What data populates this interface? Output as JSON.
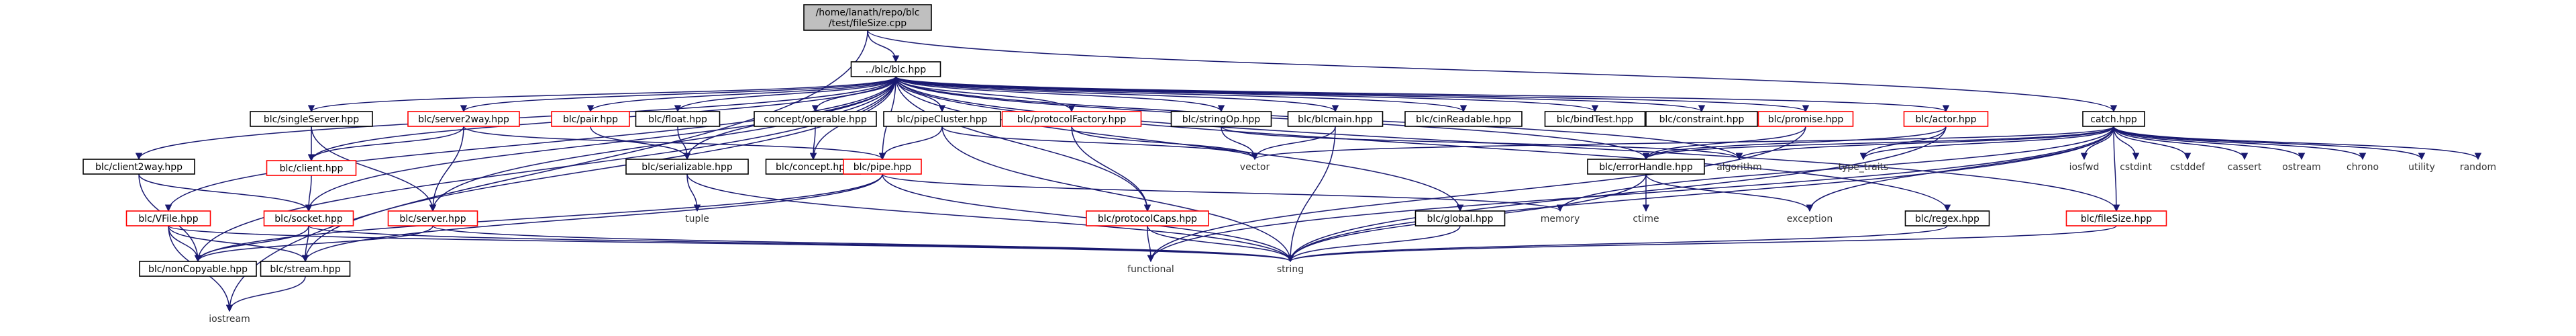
{
  "colors": {
    "edge": "#191970",
    "box_border_normal": "#000000",
    "box_border_red": "#ff0000",
    "box_fill_root": "#bfbfbf",
    "text_normal": "#000000",
    "text_plain": "#333333"
  },
  "nodes": [
    {
      "id": "root",
      "label": "/home/lanath/repo/blc\n/test/fileSize.cpp",
      "style": "root"
    },
    {
      "id": "blc",
      "label": "../blc/blc.hpp",
      "style": "normal"
    },
    {
      "id": "singleServer",
      "label": "blc/singleServer.hpp",
      "style": "normal"
    },
    {
      "id": "server2way",
      "label": "blc/server2way.hpp",
      "style": "red"
    },
    {
      "id": "pair",
      "label": "blc/pair.hpp",
      "style": "red"
    },
    {
      "id": "float",
      "label": "blc/float.hpp",
      "style": "normal"
    },
    {
      "id": "conceptOp",
      "label": "concept/operable.hpp",
      "style": "normal"
    },
    {
      "id": "pipeCluster",
      "label": "blc/pipeCluster.hpp",
      "style": "normal"
    },
    {
      "id": "protocolFactory",
      "label": "blc/protocolFactory.hpp",
      "style": "red"
    },
    {
      "id": "stringOp",
      "label": "blc/stringOp.hpp",
      "style": "normal"
    },
    {
      "id": "blcmain",
      "label": "blc/blcmain.hpp",
      "style": "normal"
    },
    {
      "id": "cinReadable",
      "label": "blc/cinReadable.hpp",
      "style": "normal"
    },
    {
      "id": "bindTest",
      "label": "blc/bindTest.hpp",
      "style": "normal"
    },
    {
      "id": "constraint",
      "label": "blc/constraint.hpp",
      "style": "normal"
    },
    {
      "id": "promise",
      "label": "blc/promise.hpp",
      "style": "red"
    },
    {
      "id": "actor",
      "label": "blc/actor.hpp",
      "style": "red"
    },
    {
      "id": "catch",
      "label": "catch.hpp",
      "style": "normal"
    },
    {
      "id": "client2way",
      "label": "blc/client2way.hpp",
      "style": "normal"
    },
    {
      "id": "client",
      "label": "blc/client.hpp",
      "style": "red"
    },
    {
      "id": "serializable",
      "label": "blc/serializable.hpp",
      "style": "normal"
    },
    {
      "id": "concept",
      "label": "blc/concept.hpp",
      "style": "normal"
    },
    {
      "id": "pipe",
      "label": "blc/pipe.hpp",
      "style": "red"
    },
    {
      "id": "vector",
      "label": "vector",
      "style": "plain"
    },
    {
      "id": "errorHandle",
      "label": "blc/errorHandle.hpp",
      "style": "normal"
    },
    {
      "id": "algorithm",
      "label": "algorithm",
      "style": "plain"
    },
    {
      "id": "type_traits",
      "label": "type_traits",
      "style": "plain"
    },
    {
      "id": "iosfwd",
      "label": "iosfwd",
      "style": "plain"
    },
    {
      "id": "cstdint",
      "label": "cstdint",
      "style": "plain"
    },
    {
      "id": "cstddef",
      "label": "cstddef",
      "style": "plain"
    },
    {
      "id": "cassert",
      "label": "cassert",
      "style": "plain"
    },
    {
      "id": "ostream",
      "label": "ostream",
      "style": "plain"
    },
    {
      "id": "chrono",
      "label": "chrono",
      "style": "plain"
    },
    {
      "id": "utility",
      "label": "utility",
      "style": "plain"
    },
    {
      "id": "random",
      "label": "random",
      "style": "plain"
    },
    {
      "id": "VFile",
      "label": "blc/VFile.hpp",
      "style": "red"
    },
    {
      "id": "socket",
      "label": "blc/socket.hpp",
      "style": "red"
    },
    {
      "id": "server",
      "label": "blc/server.hpp",
      "style": "red"
    },
    {
      "id": "tuple",
      "label": "tuple",
      "style": "plain"
    },
    {
      "id": "memory",
      "label": "memory",
      "style": "plain"
    },
    {
      "id": "global",
      "label": "blc/global.hpp",
      "style": "normal"
    },
    {
      "id": "ctime",
      "label": "ctime",
      "style": "plain"
    },
    {
      "id": "exception",
      "label": "exception",
      "style": "plain"
    },
    {
      "id": "regex",
      "label": "blc/regex.hpp",
      "style": "normal"
    },
    {
      "id": "protocolCaps",
      "label": "blc/protocolCaps.hpp",
      "style": "red"
    },
    {
      "id": "fileSize",
      "label": "blc/fileSize.hpp",
      "style": "red"
    },
    {
      "id": "nonCopyable",
      "label": "blc/nonCopyable.hpp",
      "style": "normal"
    },
    {
      "id": "stream",
      "label": "blc/stream.hpp",
      "style": "normal"
    },
    {
      "id": "functional",
      "label": "functional",
      "style": "plain"
    },
    {
      "id": "string",
      "label": "string",
      "style": "plain"
    },
    {
      "id": "iostream",
      "label": "iostream",
      "style": "plain"
    }
  ],
  "edges": [
    [
      "root",
      "blc"
    ],
    [
      "root",
      "catch"
    ],
    [
      "root",
      "iostream"
    ],
    [
      "blc",
      "singleServer"
    ],
    [
      "blc",
      "server2way"
    ],
    [
      "blc",
      "pair"
    ],
    [
      "blc",
      "float"
    ],
    [
      "blc",
      "conceptOp"
    ],
    [
      "blc",
      "pipeCluster"
    ],
    [
      "blc",
      "protocolFactory"
    ],
    [
      "blc",
      "stringOp"
    ],
    [
      "blc",
      "blcmain"
    ],
    [
      "blc",
      "cinReadable"
    ],
    [
      "blc",
      "bindTest"
    ],
    [
      "blc",
      "constraint"
    ],
    [
      "blc",
      "promise"
    ],
    [
      "blc",
      "actor"
    ],
    [
      "blc",
      "client2way"
    ],
    [
      "blc",
      "client"
    ],
    [
      "blc",
      "VFile"
    ],
    [
      "blc",
      "socket"
    ],
    [
      "blc",
      "server"
    ],
    [
      "blc",
      "nonCopyable"
    ],
    [
      "blc",
      "stream"
    ],
    [
      "blc",
      "pipe"
    ],
    [
      "blc",
      "serializable"
    ],
    [
      "blc",
      "concept"
    ],
    [
      "blc",
      "protocolCaps"
    ],
    [
      "blc",
      "errorHandle"
    ],
    [
      "blc",
      "algorithm"
    ],
    [
      "blc",
      "regex"
    ],
    [
      "blc",
      "fileSize"
    ],
    [
      "blc",
      "global"
    ],
    [
      "singleServer",
      "client"
    ],
    [
      "singleServer",
      "server"
    ],
    [
      "server2way",
      "client"
    ],
    [
      "server2way",
      "server"
    ],
    [
      "server2way",
      "pipe"
    ],
    [
      "pair",
      "serializable"
    ],
    [
      "float",
      "serializable"
    ],
    [
      "conceptOp",
      "concept"
    ],
    [
      "pipeCluster",
      "pipe"
    ],
    [
      "pipeCluster",
      "vector"
    ],
    [
      "pipeCluster",
      "string"
    ],
    [
      "protocolFactory",
      "protocolCaps"
    ],
    [
      "protocolFactory",
      "vector"
    ],
    [
      "stringOp",
      "vector"
    ],
    [
      "stringOp",
      "algorithm"
    ],
    [
      "blcmain",
      "vector"
    ],
    [
      "blcmain",
      "string"
    ],
    [
      "promise",
      "errorHandle"
    ],
    [
      "promise",
      "functional"
    ],
    [
      "actor",
      "errorHandle"
    ],
    [
      "actor",
      "type_traits"
    ],
    [
      "actor",
      "string"
    ],
    [
      "catch",
      "errorHandle"
    ],
    [
      "catch",
      "algorithm"
    ],
    [
      "catch",
      "type_traits"
    ],
    [
      "catch",
      "iosfwd"
    ],
    [
      "catch",
      "cstdint"
    ],
    [
      "catch",
      "cstddef"
    ],
    [
      "catch",
      "cassert"
    ],
    [
      "catch",
      "ostream"
    ],
    [
      "catch",
      "chrono"
    ],
    [
      "catch",
      "utility"
    ],
    [
      "catch",
      "random"
    ],
    [
      "catch",
      "memory"
    ],
    [
      "catch",
      "exception"
    ],
    [
      "catch",
      "string"
    ],
    [
      "catch",
      "functional"
    ],
    [
      "catch",
      "vector"
    ],
    [
      "catch",
      "fileSize"
    ],
    [
      "client2way",
      "socket"
    ],
    [
      "client2way",
      "nonCopyable"
    ],
    [
      "client",
      "socket"
    ],
    [
      "serializable",
      "tuple"
    ],
    [
      "serializable",
      "string"
    ],
    [
      "pipe",
      "memory"
    ],
    [
      "pipe",
      "string"
    ],
    [
      "pipe",
      "nonCopyable"
    ],
    [
      "pipe",
      "stream"
    ],
    [
      "errorHandle",
      "ctime"
    ],
    [
      "errorHandle",
      "exception"
    ],
    [
      "errorHandle",
      "string"
    ],
    [
      "VFile",
      "nonCopyable"
    ],
    [
      "VFile",
      "stream"
    ],
    [
      "VFile",
      "iostream"
    ],
    [
      "VFile",
      "string"
    ],
    [
      "socket",
      "nonCopyable"
    ],
    [
      "socket",
      "stream"
    ],
    [
      "socket",
      "string"
    ],
    [
      "server",
      "nonCopyable"
    ],
    [
      "server",
      "string"
    ],
    [
      "global",
      "string"
    ],
    [
      "regex",
      "string"
    ],
    [
      "fileSize",
      "string"
    ],
    [
      "protocolCaps",
      "functional"
    ],
    [
      "protocolCaps",
      "string"
    ],
    [
      "stream",
      "iostream"
    ]
  ]
}
